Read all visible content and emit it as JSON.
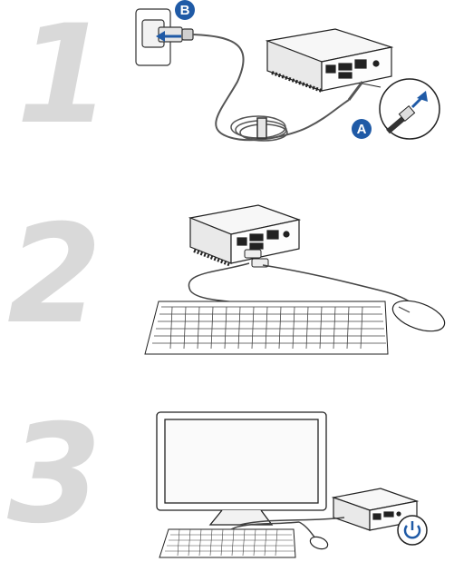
{
  "steps": [
    {
      "number": "1",
      "callouts": {
        "a": "A",
        "b": "B"
      }
    },
    {
      "number": "2"
    },
    {
      "number": "3"
    }
  ],
  "icons": {
    "power": "power-icon",
    "arrow": "arrow-icon"
  },
  "colors": {
    "accent": "#1f5aa6",
    "step_number": "#d9d9d9",
    "line": "#333333"
  }
}
